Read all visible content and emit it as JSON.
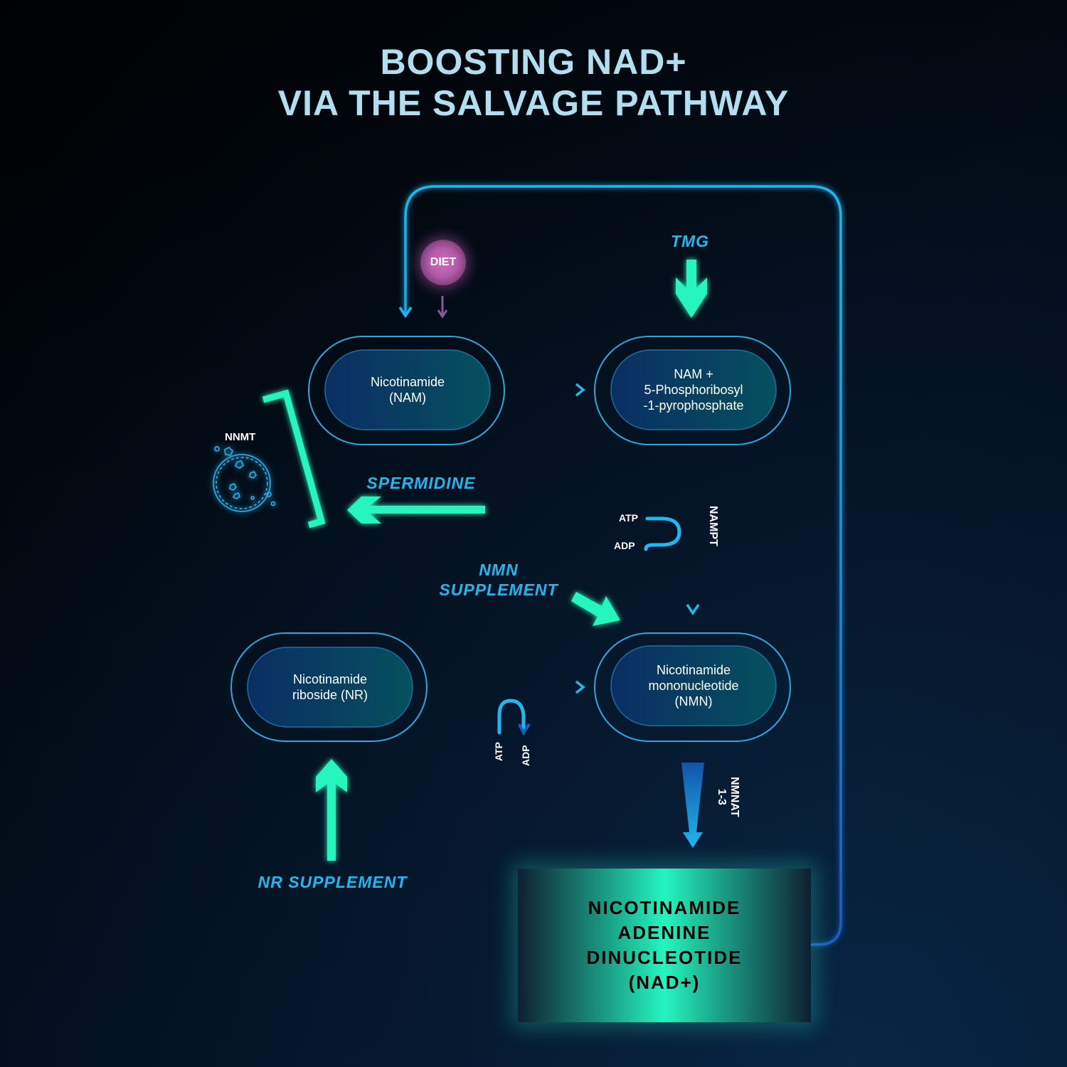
{
  "title": {
    "line1": "BOOSTING NAD+",
    "line2": "VIA THE SALVAGE PATHWAY"
  },
  "nodes": {
    "nam": "Nicotinamide\n(NAM)",
    "nam_prpp": "NAM +\n5-Phosphoribosyl\n-1-pyrophosphate",
    "nr": "Nicotinamide\nriboside (NR)",
    "nmn": "Nicotinamide\nmononucleotide\n(NMN)",
    "nad": "NICOTINAMIDE\nADENINE\nDINUCLEOTIDE\n(NAD+)"
  },
  "inputs": {
    "diet": "DIET",
    "tmg": "TMG",
    "spermidine": "SPERMIDINE",
    "nmn_supplement": "NMN\nSUPPLEMENT",
    "nr_supplement": "NR SUPPLEMENT"
  },
  "enzymes": {
    "nnmt": "NNMT",
    "nampt": "NAMPT",
    "nmnat": "NMNAT\n1-3"
  },
  "cofactors": {
    "atp": "ATP",
    "adp": "ADP"
  },
  "colors": {
    "title": "#b2dff0",
    "accent_green": "#26f5bd",
    "accent_blue": "#1fb8f0",
    "diet_pink": "#d36ac0",
    "node_border": "#27a8e0"
  }
}
